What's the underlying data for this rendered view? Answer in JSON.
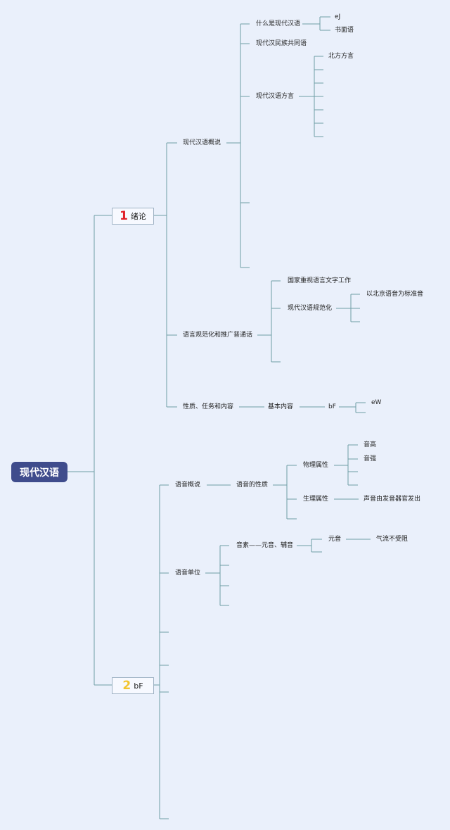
{
  "root": "现代汉语",
  "branches": [
    {
      "number": "1",
      "title": "绪论"
    },
    {
      "number": "2",
      "title": "bF"
    }
  ],
  "labels": {
    "overview": "现代汉语概说",
    "what_is": "什么是现代汉语",
    "eJ": "eJ",
    "written": "书面语",
    "common_lang": "现代汉民族共同语",
    "dialects": "现代汉语方言",
    "north": "北方方言",
    "standardization": "语言规范化和推广普通话",
    "state_attention": "国家重视语言文字工作",
    "norm": "现代汉语规范化",
    "beijing": "以北京语音为标准音",
    "nature": "性质、任务和内容",
    "basic_content": "基本内容",
    "bF": "bF",
    "eW": "eW",
    "phon_overview": "语音概说",
    "phon_nature": "语音的性质",
    "physical": "物理属性",
    "pitch": "音高",
    "intensity": "音强",
    "physiological": "生理属性",
    "organs": "声音由发音器官发出",
    "phon_units": "语音单位",
    "phoneme": "音素——元音、辅音",
    "vowel": "元音",
    "airflow": "气流不受阻"
  },
  "colors": {
    "background": "#eaf0fb",
    "root": "#3f4c8c",
    "line": "#6f9ea6",
    "number_1": "#e0202a",
    "number_2": "#f2c530"
  }
}
